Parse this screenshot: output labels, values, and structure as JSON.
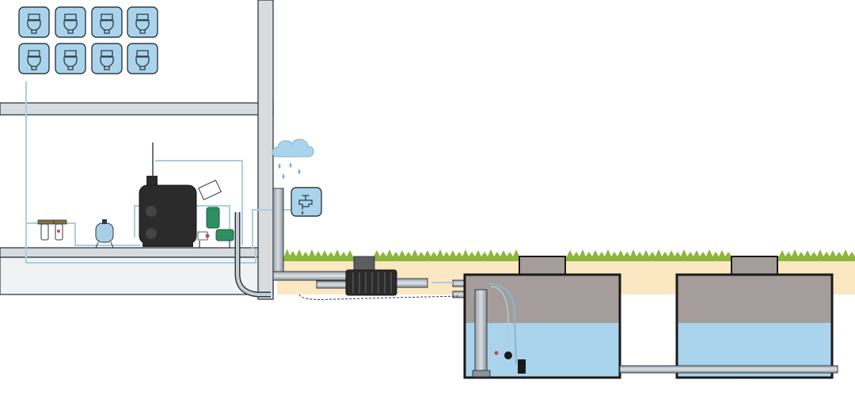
{
  "diagram": {
    "kind": "rainwater harvesting system cross-section",
    "toilet_count": 8,
    "icons": [
      "toilet-icon",
      "cloud-icon",
      "rain-drop-icon",
      "tap-icon",
      "pressure-vessel",
      "filter-unit",
      "pump-station",
      "rainwater-tank"
    ],
    "colors": {
      "wall": "#d8dcdf",
      "outline": "#2f3a44",
      "water": "#a9d4ec",
      "tank_air": "#a59d9b",
      "soil": "#fbe7c2",
      "grass": "#8cb63c",
      "equipment": "#2b2b2b",
      "pump_green": "#2f8f63",
      "pipe_blue": "#a8cfe0"
    }
  }
}
